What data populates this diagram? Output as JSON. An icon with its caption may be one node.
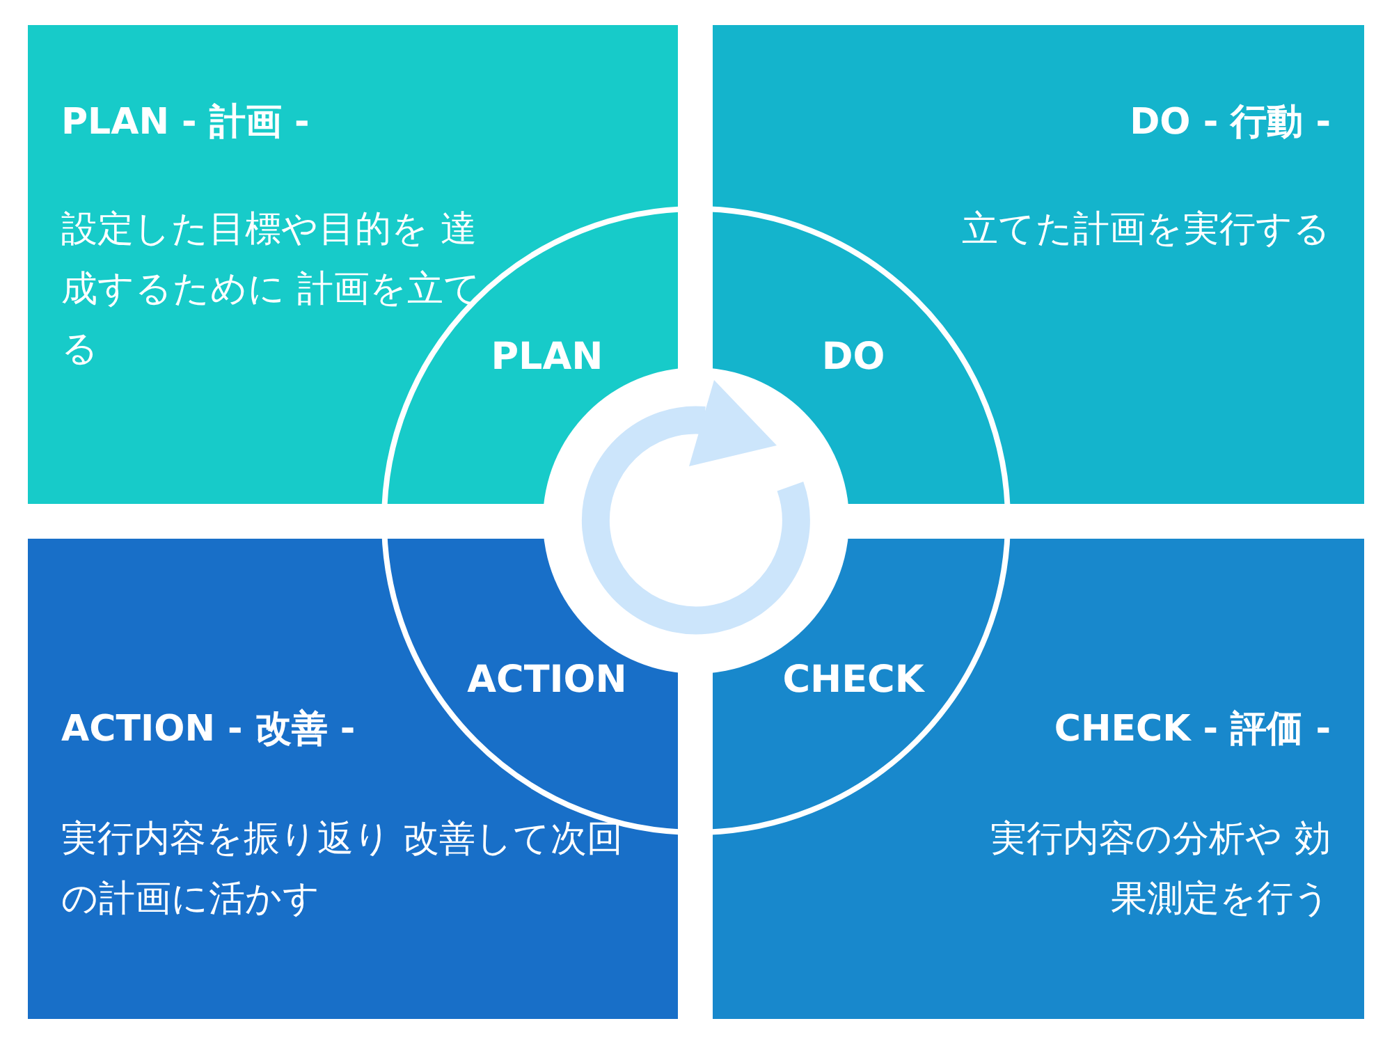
{
  "diagram": {
    "nodes": [
      {
        "text": [
          "PLAN - 計画 -",
          "設定した目標や目的を 達成するために 計画を立てる"
        ]
      },
      {
        "text": [
          "DO - 行動 -",
          "立てた計画を実行する"
        ]
      },
      {
        "text": [
          "ACTION - 改善 -",
          "実行内容を振り返り 改善して次回の計画に活かす"
        ]
      },
      {
        "text": [
          "CHECK - 評価 -",
          "実行内容の分析や 効果測定を行う"
        ]
      }
    ],
    "labels": [
      "PLAN",
      "DO",
      "ACTION",
      "CHECK"
    ]
  }
}
